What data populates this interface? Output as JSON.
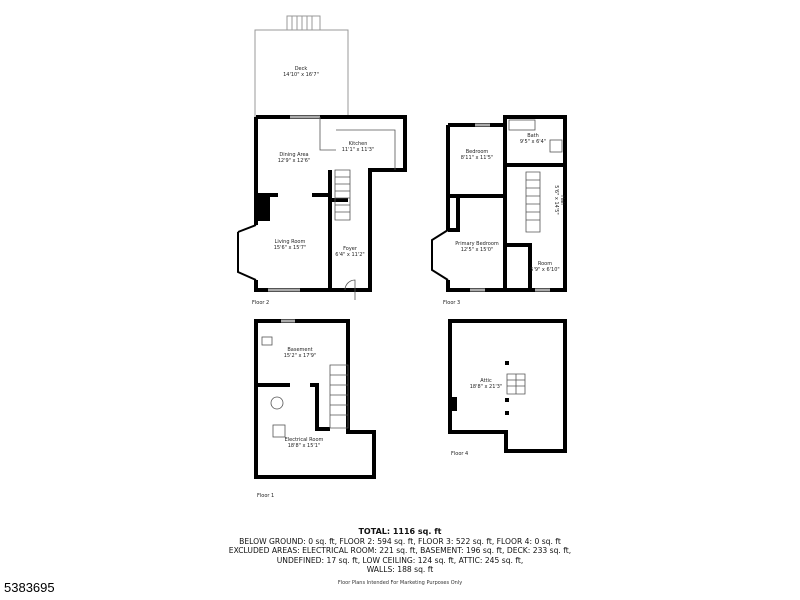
{
  "floors": {
    "floor2": {
      "label": "Floor 2",
      "rooms": [
        {
          "name": "Deck",
          "size": "14'10\" x 16'7\""
        },
        {
          "name": "Dining Area",
          "size": "12'9\" x 12'6\""
        },
        {
          "name": "Kitchen",
          "size": "11'1\" x 11'3\""
        },
        {
          "name": "Living Room",
          "size": "15'6\" x 15'7\""
        },
        {
          "name": "Foyer",
          "size": "6'4\" x 11'2\""
        }
      ]
    },
    "floor3": {
      "label": "Floor 3",
      "rooms": [
        {
          "name": "Bedroom",
          "size": "8'11\" x 11'5\""
        },
        {
          "name": "Bath",
          "size": "9'5\" x 6'4\""
        },
        {
          "name": "Hall",
          "size": "5'6\" x 14'5\""
        },
        {
          "name": "Primary Bedroom",
          "size": "12'5\" x 15'0\""
        },
        {
          "name": "Room",
          "size": "5'9\" x 6'10\""
        }
      ]
    },
    "floor1": {
      "label": "Floor 1",
      "rooms": [
        {
          "name": "Basement",
          "size": "15'2\" x 17'9\""
        },
        {
          "name": "Electrical Room",
          "size": "18'8\" x 15'1\""
        }
      ]
    },
    "floor4": {
      "label": "Floor 4",
      "rooms": [
        {
          "name": "Attic",
          "size": "18'8\" x 21'3\""
        }
      ]
    }
  },
  "summary": {
    "total": "TOTAL: 1116 sq. ft",
    "line1": "BELOW GROUND: 0 sq. ft, FLOOR 2: 594 sq. ft, FLOOR 3: 522 sq. ft, FLOOR 4: 0 sq. ft",
    "line2": "EXCLUDED AREAS: ELECTRICAL ROOM: 221 sq. ft, BASEMENT: 196 sq. ft, DECK: 233 sq. ft,",
    "line3": "UNDEFINED: 17 sq. ft, LOW CEILING: 124 sq. ft, ATTIC: 245 sq. ft,",
    "line4": "WALLS: 188 sq. ft"
  },
  "disclaimer": "Floor Plans Intended For Marketing Purposes Only",
  "listing_id": "5383695"
}
